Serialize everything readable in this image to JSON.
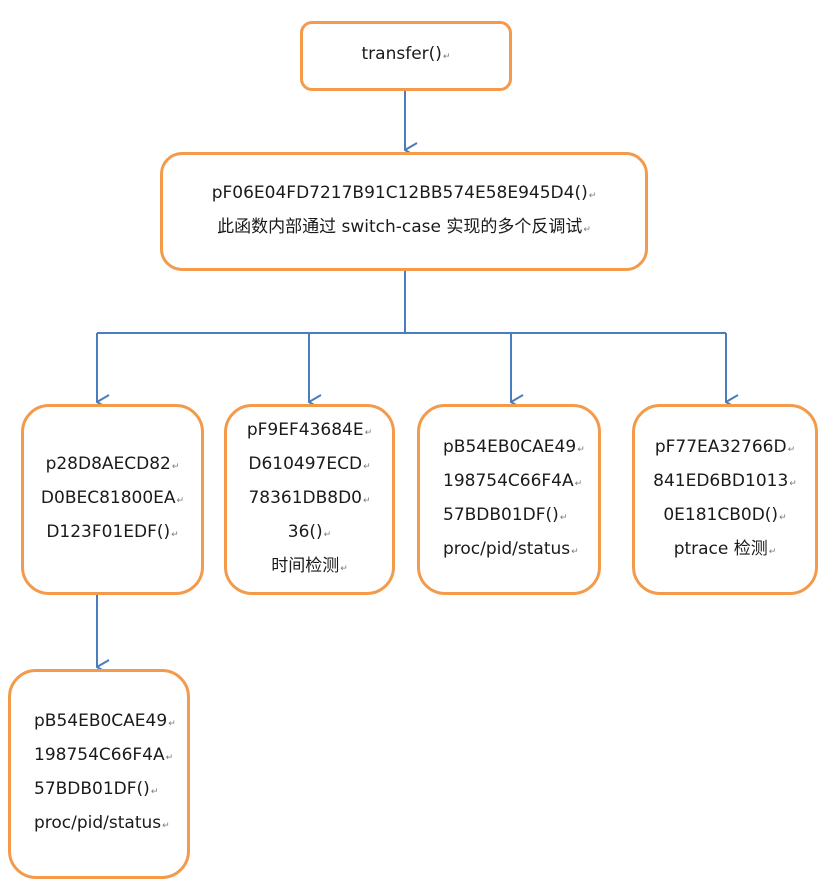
{
  "diagram": {
    "return_mark": "↵",
    "colors": {
      "box_border": "#f39a4b",
      "connector": "#4a7dbf",
      "text": "#1a1a1a"
    },
    "root": {
      "lines": [
        "transfer()"
      ]
    },
    "main": {
      "lines": [
        "pF06E04FD7217B91C12BB574E58E945D4()",
        "此函数内部通过 switch-case 实现的多个反调试"
      ]
    },
    "child_a": {
      "lines": [
        "p28D8AECD82",
        "D0BEC81800EA",
        "D123F01EDF()"
      ]
    },
    "child_b": {
      "lines": [
        "pF9EF43684E",
        "D610497ECD",
        "78361DB8D0",
        "36()",
        "时间检测"
      ]
    },
    "child_c": {
      "lines": [
        "pB54EB0CAE49",
        "198754C66F4A",
        "57BDB01DF()",
        "proc/pid/status"
      ]
    },
    "child_d": {
      "lines": [
        "pF77EA32766D",
        "841ED6BD1013",
        "0E181CB0D()",
        "ptrace 检测"
      ]
    },
    "grandchild": {
      "lines": [
        "pB54EB0CAE49",
        "198754C66F4A",
        "57BDB01DF()",
        "proc/pid/status"
      ]
    }
  }
}
